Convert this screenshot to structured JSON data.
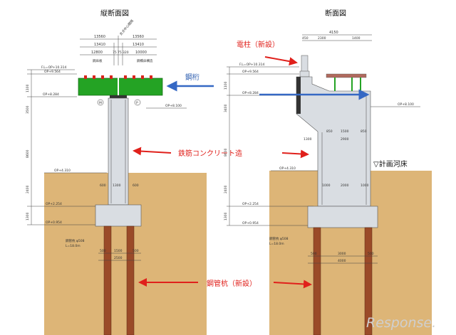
{
  "titles": {
    "longitudinal": "縦断面図",
    "cross": "断面図"
  },
  "callouts": {
    "pole": "電柱（新設）",
    "steel_girder": "鋼桁",
    "rc_structure": "鉄筋コンクリート造",
    "riverbed": "▽計画河床",
    "steel_pipe_pile": "鋼管杭（新設）"
  },
  "watermark": "Response.",
  "left_labels": {
    "dim_top_a": "13560",
    "dim_top_b": "13560",
    "dim_mid_a": "13410",
    "dim_mid_b": "13410",
    "dim_bot_a": "12800",
    "dim_bot_b": "10000",
    "dim_small_a": "75",
    "dim_small_b": "75",
    "dim_small_c": "320",
    "diag_note": "支点中心間隔",
    "sub_left": "鋼床板",
    "sub_right": "鋼橋床構造",
    "fl": "F.L=OP+10.314",
    "op1": "OP+9.564",
    "op2": "OP+8.284",
    "op_side": "OP+8.100",
    "op_mid": "OP+4.310",
    "op_ft": "OP+2.254",
    "op_base": "OP+0.954",
    "mark_m": "M",
    "mark_p": "P",
    "col_w": "1300",
    "ft_left": "600",
    "ft_right": "600",
    "pile_spec": "鋼管杭 φ508",
    "pile_len": "L=18.0m",
    "dim_bl": "500",
    "dim_bm": "1500",
    "dim_br": "500",
    "dim_base": "2500",
    "h1": "1100",
    "h2": "3500",
    "h3": "8600",
    "h4": "2400",
    "h5": "1300"
  },
  "right_labels": {
    "dim_top": "4150",
    "dim_a": "450",
    "dim_b": "2300",
    "dim_c": "1400",
    "fl": "F.L=OP+10.314",
    "op1": "OP+9.564",
    "op2": "OP+8.284",
    "op_side": "OP+8.100",
    "op_mid": "OP+4.310",
    "op_ft": "OP+2.254",
    "op_base": "OP+0.954",
    "d1": "850",
    "d2": "1500",
    "d3": "850",
    "d4": "1300",
    "d5": "2900",
    "d6": "1000",
    "d7": "2000",
    "d8": "1000",
    "pile_spec": "鋼管杭 φ508",
    "pile_len": "L=18.0m",
    "d9": "500",
    "d10": "3000",
    "d11": "500",
    "d12": "4000",
    "h1": "1100",
    "h2": "3400",
    "h3": "8600",
    "h4": "2400",
    "h5": "1300"
  },
  "colors": {
    "ground": "#ddb577",
    "girder": "#24a324",
    "pile": "#9a4a28",
    "concrete": "#d9dde2",
    "arrow_red": "#e0201b",
    "arrow_blue": "#3568c4"
  }
}
